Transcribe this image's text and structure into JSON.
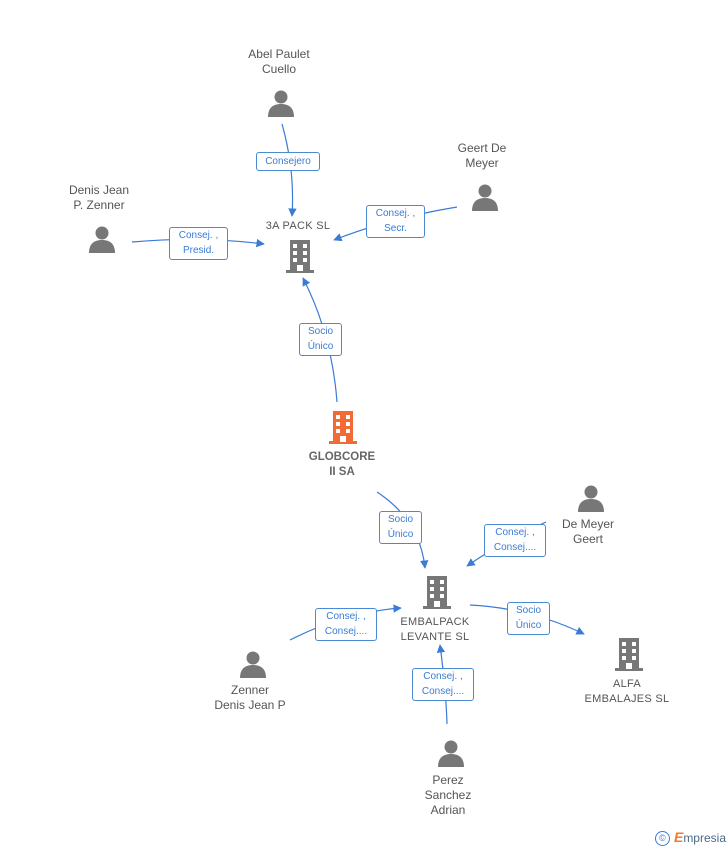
{
  "colors": {
    "edge": "#3a7bd5",
    "company": "#777777",
    "main_company": "#f26a35",
    "person": "#777777"
  },
  "nodes": {
    "abel": {
      "label": "Abel Paulet\nCuello",
      "type": "person"
    },
    "geert": {
      "label": "Geert De\nMeyer",
      "type": "person"
    },
    "denis": {
      "label": "Denis Jean\nP.  Zenner",
      "type": "person"
    },
    "pack3a": {
      "label": "3A PACK  SL",
      "type": "company"
    },
    "globcore": {
      "label": "GLOBCORE\nII SA",
      "type": "main-company"
    },
    "demeyer": {
      "label": "De Meyer\nGeert",
      "type": "person"
    },
    "embalpack": {
      "label": "EMBALPACK\nLEVANTE SL",
      "type": "company"
    },
    "alfa": {
      "label": "ALFA\nEMBALAJES SL",
      "type": "company"
    },
    "zenner": {
      "label": "Zenner\nDenis Jean P",
      "type": "person"
    },
    "perez": {
      "label": "Perez\nSanchez\nAdrian",
      "type": "person"
    }
  },
  "edges": {
    "abel_pack": "Consejero",
    "geert_pack": "Consej. ,\nSecr.",
    "denis_pack": "Consej. ,\nPresid.",
    "glob_pack": "Socio\nÚnico",
    "glob_embal": "Socio\nÚnico",
    "demeyer_embal": "Consej. ,\nConsej....",
    "zenner_embal": "Consej. ,\nConsej....",
    "perez_embal": "Consej. ,\nConsej....",
    "embal_alfa": "Socio\nÚnico"
  },
  "brand": {
    "copyright": "©",
    "name_initial": "E",
    "name_rest": "mpresia"
  }
}
